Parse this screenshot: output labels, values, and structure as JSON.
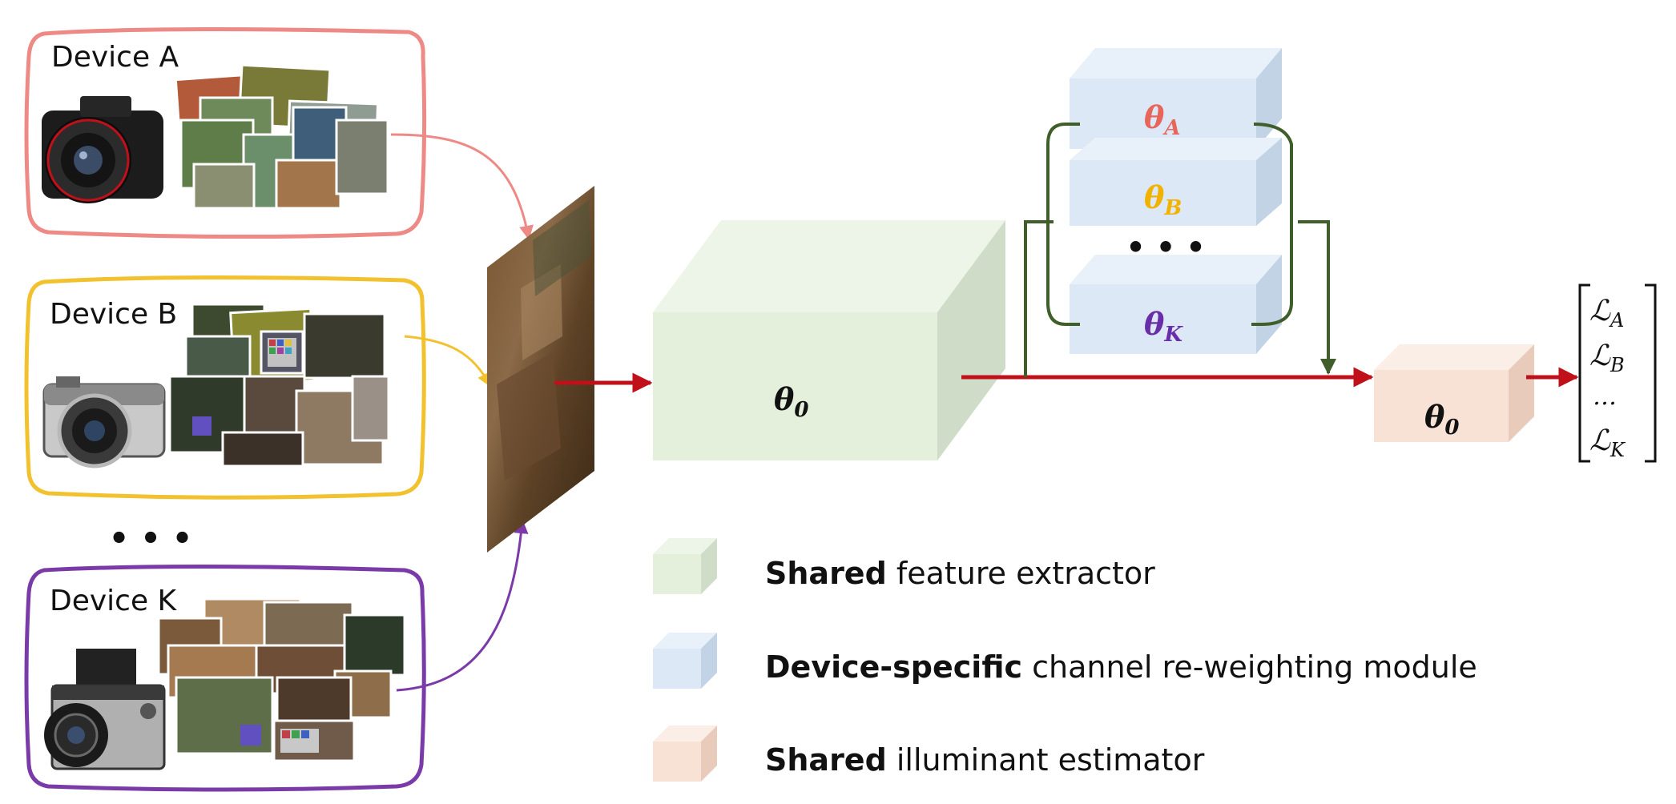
{
  "colors": {
    "device_a": "#ee8a86",
    "device_b": "#f2c12e",
    "device_k": "#7a3aa8",
    "main_arrow": "#c0101a",
    "branch": "#3f5e2a",
    "extractor_face": "#e4f0dc",
    "module_face": "#dce8f5",
    "estimator_face": "#f8e2d6",
    "theta_a": "#e8655a",
    "theta_b": "#f2b200",
    "theta_k": "#6a2da8"
  },
  "devices": [
    {
      "label": "Device A",
      "camera": "dslr-camera",
      "color_key": "device_a"
    },
    {
      "label": "Device B",
      "camera": "mirrorless-camera",
      "color_key": "device_b"
    },
    {
      "label": "Device K",
      "camera": "medium-format-camera",
      "color_key": "device_k"
    }
  ],
  "devices_ellipsis": "• • •",
  "extractor": {
    "label": "θ",
    "subscript": "0"
  },
  "modules": [
    {
      "label": "θ",
      "subscript": "A",
      "color_key": "theta_a"
    },
    {
      "label": "θ",
      "subscript": "B",
      "color_key": "theta_b"
    },
    {
      "label": "θ",
      "subscript": "K",
      "color_key": "theta_k"
    }
  ],
  "modules_ellipsis": "• • •",
  "estimator": {
    "label": "θ",
    "subscript": "0"
  },
  "losses": [
    {
      "symbol": "ℒ",
      "subscript": "A"
    },
    {
      "symbol": "ℒ",
      "subscript": "B"
    },
    {
      "symbol": "…",
      "subscript": ""
    },
    {
      "symbol": "ℒ",
      "subscript": "K"
    }
  ],
  "legend": [
    {
      "bold": "Shared",
      "rest": " feature extractor",
      "color_key": "extractor_face"
    },
    {
      "bold": "Device-specific",
      "rest": " channel re-weighting module",
      "color_key": "module_face"
    },
    {
      "bold": "Shared",
      "rest": " illuminant estimator",
      "color_key": "estimator_face"
    }
  ]
}
